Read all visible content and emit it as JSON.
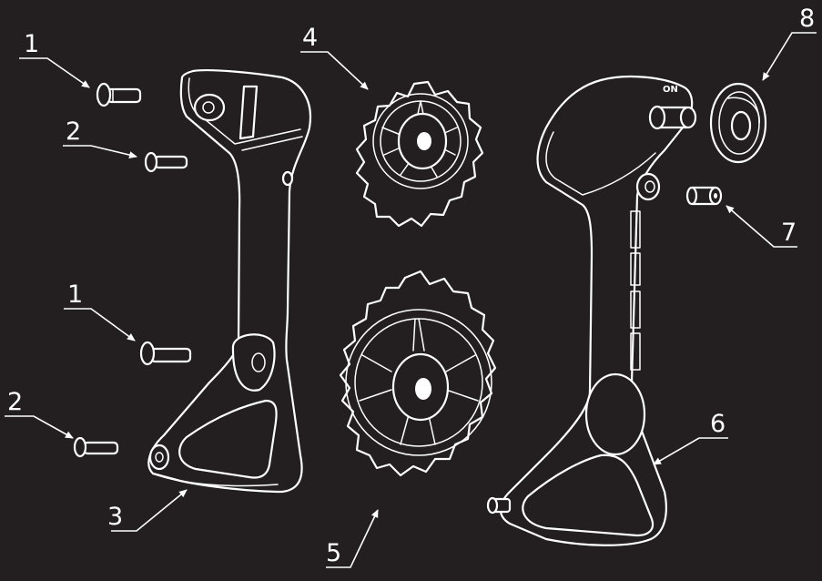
{
  "colors": {
    "background": "#231f20",
    "line": "#ffffff"
  },
  "callouts": [
    {
      "id": "c1a",
      "label": "1"
    },
    {
      "id": "c2a",
      "label": "2"
    },
    {
      "id": "c1b",
      "label": "1"
    },
    {
      "id": "c2b",
      "label": "2"
    },
    {
      "id": "c3",
      "label": "3"
    },
    {
      "id": "c4",
      "label": "4"
    },
    {
      "id": "c5",
      "label": "5"
    },
    {
      "id": "c6",
      "label": "6"
    },
    {
      "id": "c7",
      "label": "7"
    },
    {
      "id": "c8",
      "label": "8"
    }
  ],
  "inner_cage_marking": "ON"
}
